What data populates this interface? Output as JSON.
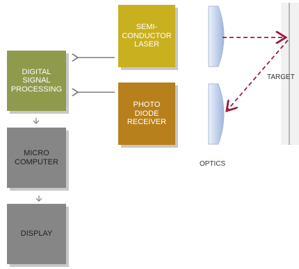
{
  "blocks": {
    "laser": "SEMI-\nCONDUCTOR\nLASER",
    "photodiode": "PHOTO\nDIODE\nRECEIVER",
    "dsp": "DIGITAL\nSIGNAL\nPROCESSING",
    "microcomputer": "MICRO\nCOMPUTER",
    "display": "DISPLAY"
  },
  "labels": {
    "optics": "OPTICS",
    "target": "TARGET"
  },
  "colors": {
    "laser": "#c9b01f",
    "photodiode": "#b8801c",
    "dsp": "#8f9a4d",
    "gray_block": "#868686",
    "beam": "#9b1b3a"
  }
}
